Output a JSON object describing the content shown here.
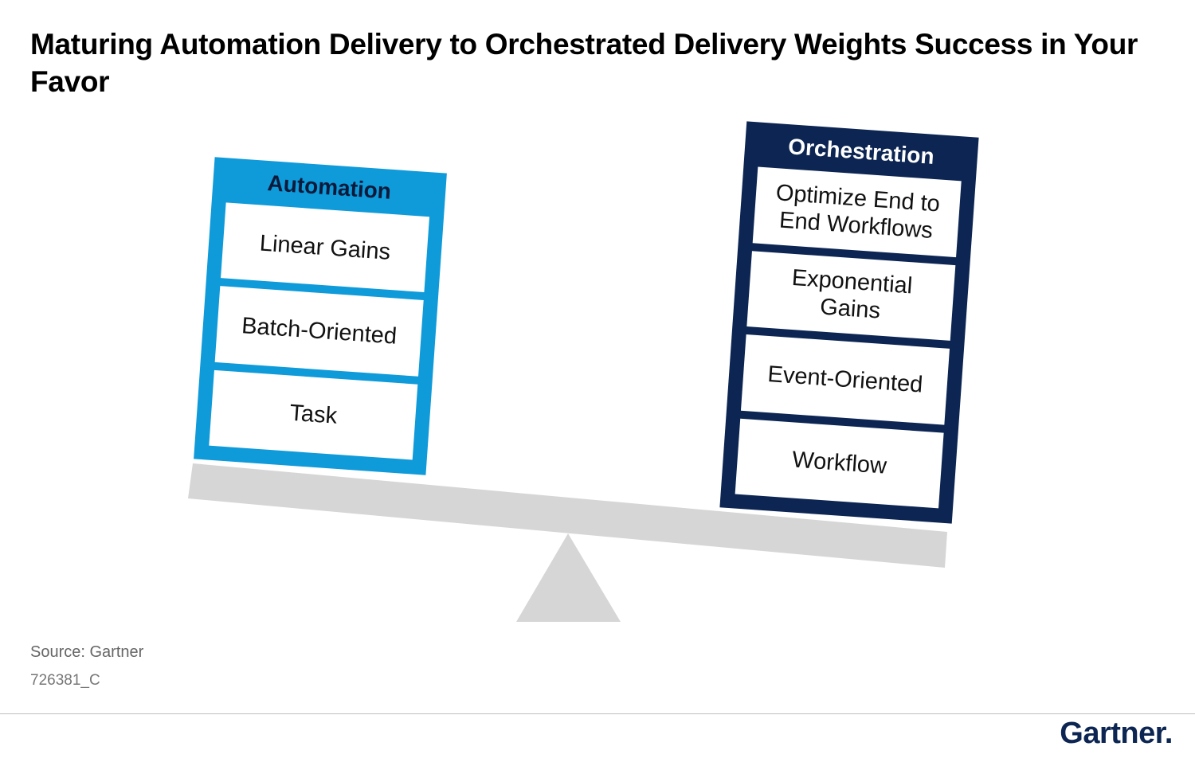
{
  "title": "Maturing Automation Delivery to Orchestrated Delivery Weights Success in Your Favor",
  "automation": {
    "header": "Automation",
    "items": [
      "Linear Gains",
      "Batch-Oriented",
      "Task"
    ]
  },
  "orchestration": {
    "header": "Orchestration",
    "items": [
      "Optimize End to End Workflows",
      "Exponential Gains",
      "Event-Oriented",
      "Workflow"
    ]
  },
  "footer": {
    "source": "Source: Gartner",
    "id": "726381_C"
  },
  "brand": "Gartner.",
  "colors": {
    "automation": "#0f9ad9",
    "orchestration": "#0c2552",
    "scale": "#d6d6d6"
  }
}
